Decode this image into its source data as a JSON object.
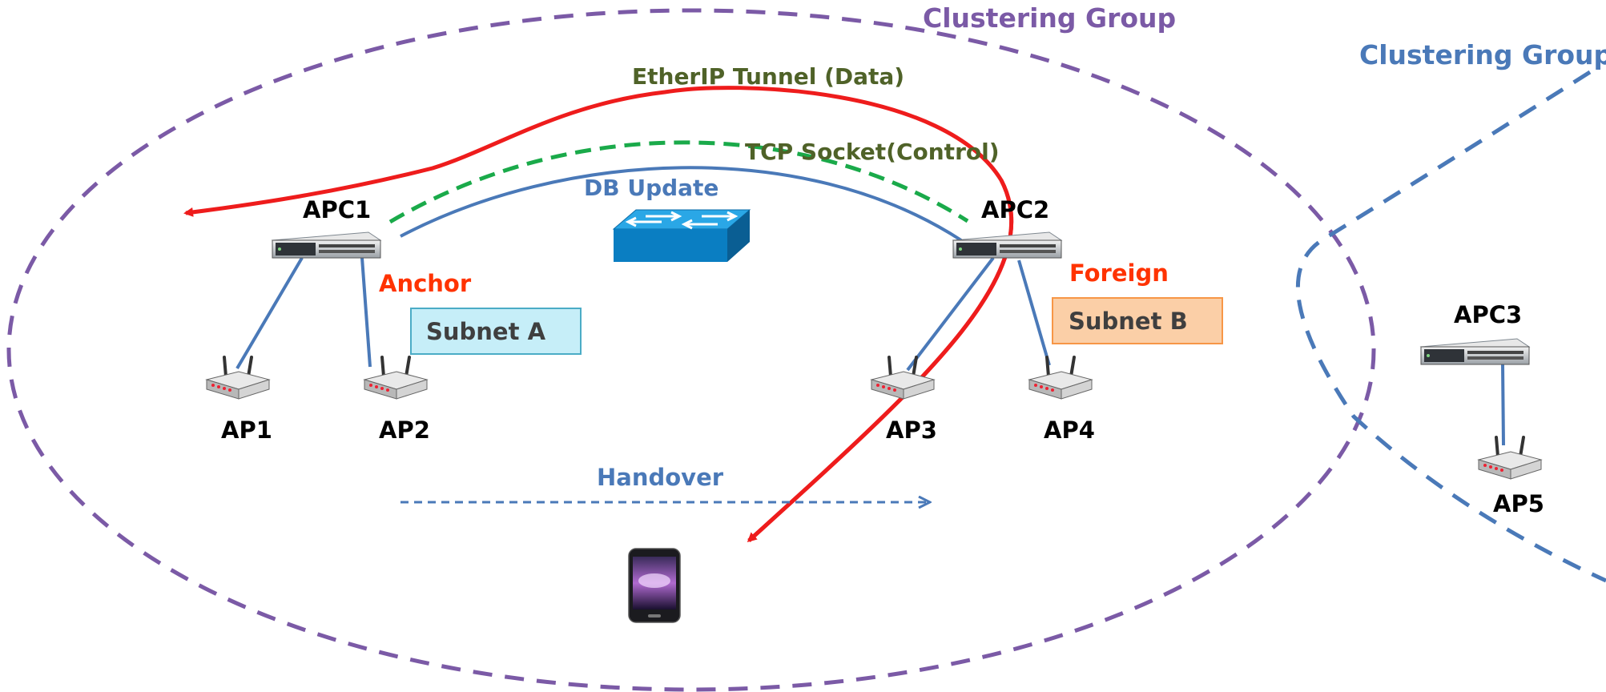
{
  "groups": [
    {
      "label": "Clustering Group",
      "color": "#7b5aa6"
    },
    {
      "label": "Clustering Group",
      "color": "#4a79b8"
    }
  ],
  "links": {
    "tunnel": {
      "label": "EtherIP Tunnel (Data)",
      "color": "#ee1c1c",
      "label_color": "#4f6228"
    },
    "control": {
      "label": "TCP Socket(Control)",
      "color": "#1aaa4a",
      "label_color": "#4f6228"
    },
    "db": {
      "label": "DB Update",
      "color": "#4a79b8"
    },
    "handover": {
      "label": "Handover",
      "color": "#4a79b8"
    }
  },
  "controllers": [
    {
      "name": "APC1",
      "role": "Anchor",
      "subnet": "Subnet A",
      "subnet_color": "#c6eef8"
    },
    {
      "name": "APC2",
      "role": "Foreign",
      "subnet": "Subnet B",
      "subnet_color": "#fbcfa7"
    },
    {
      "name": "APC3"
    }
  ],
  "access_points": [
    "AP1",
    "AP2",
    "AP3",
    "AP4",
    "AP5"
  ],
  "icons": {
    "switch": "network-switch-icon",
    "server": "rack-server-icon",
    "router": "wireless-router-icon",
    "phone": "smartphone-icon"
  },
  "role_color": "#ff3300"
}
